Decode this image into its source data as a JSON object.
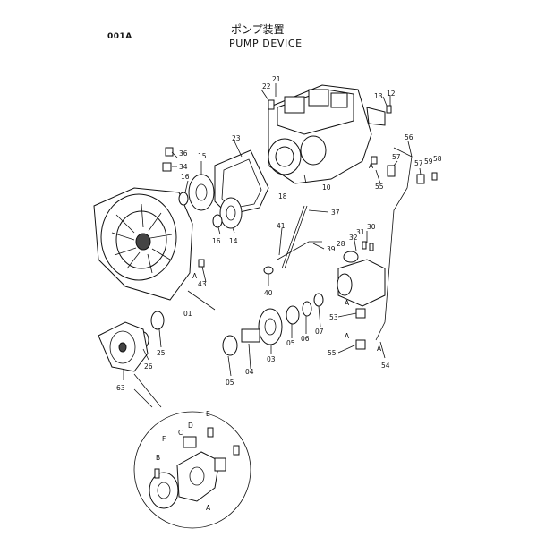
{
  "header": {
    "code": "001A",
    "title_jp": "ポンプ装置",
    "title_en": "PUMP DEVICE"
  },
  "callouts": {
    "n01": "01",
    "n03": "03",
    "n04": "04",
    "n05": "05",
    "n06": "06",
    "n07": "07",
    "n10": "10",
    "n12": "12",
    "n13": "13",
    "n14": "14",
    "n15": "15",
    "n16": "16",
    "n18": "18",
    "n21": "21",
    "n22": "22",
    "n23": "23",
    "n25": "25",
    "n26": "26",
    "n28": "28",
    "n30": "30",
    "n31": "31",
    "n32": "32",
    "n34": "34",
    "n36": "36",
    "n37": "37",
    "n39": "39",
    "n40": "40",
    "n41": "41",
    "n43": "43",
    "n53": "53",
    "n54": "54",
    "n55a": "55",
    "n55b": "55",
    "n56": "56",
    "n57": "57",
    "n58": "58",
    "n59": "59",
    "n63": "63"
  },
  "markers": {
    "A": "A",
    "B": "B",
    "C": "C",
    "D": "D",
    "E": "E",
    "F": "F"
  }
}
